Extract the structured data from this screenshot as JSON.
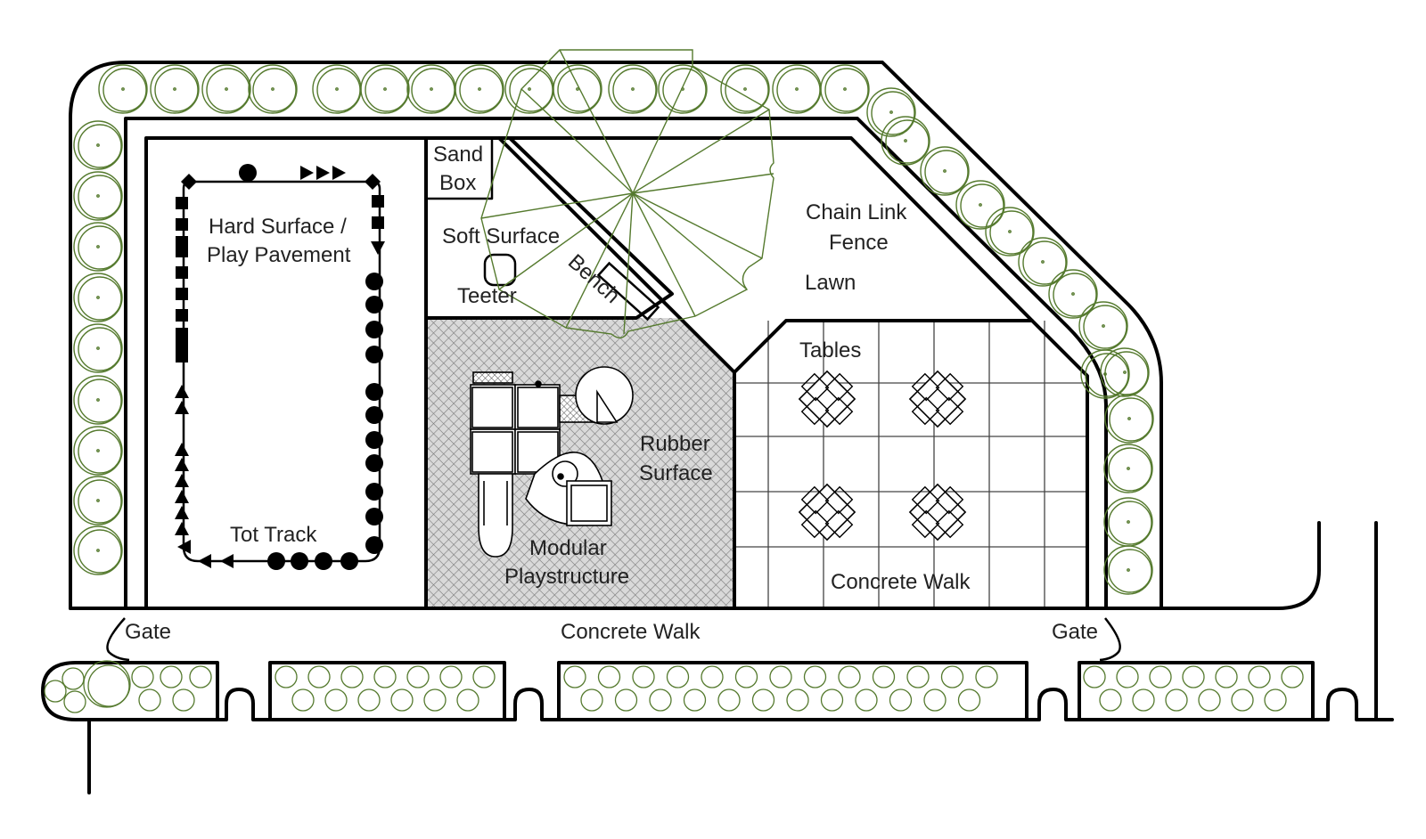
{
  "labels": {
    "sand_box_line1": "Sand",
    "sand_box_line2": "Box",
    "soft_surface": "Soft Surface",
    "teeter": "Teeter",
    "bench": "Bench",
    "chain_link_line1": "Chain Link",
    "chain_link_line2": "Fence",
    "lawn": "Lawn",
    "tables": "Tables",
    "hard_surface_line1": "Hard Surface /",
    "hard_surface_line2": "Play Pavement",
    "tot_track": "Tot Track",
    "rubber_line1": "Rubber",
    "rubber_line2": "Surface",
    "modular_line1": "Modular",
    "modular_line2": "Playstructure",
    "concrete_walk_inner": "Concrete Walk",
    "concrete_walk_outer": "Concrete Walk",
    "gate_left": "Gate",
    "gate_right": "Gate"
  },
  "colors": {
    "line": "#000000",
    "vegetation": "#557a2e",
    "rubber_fill": "#d9d9d9",
    "text": "#222222"
  },
  "icons": {
    "tree": "tree-canopy-circle",
    "shrub": "shrub-circle",
    "table": "picnic-table-square",
    "track_marker_circle": "track-circle-marker",
    "track_marker_square": "track-square-marker",
    "track_marker_triangle": "track-triangle-marker",
    "track_marker_diamond": "track-diamond-marker"
  }
}
